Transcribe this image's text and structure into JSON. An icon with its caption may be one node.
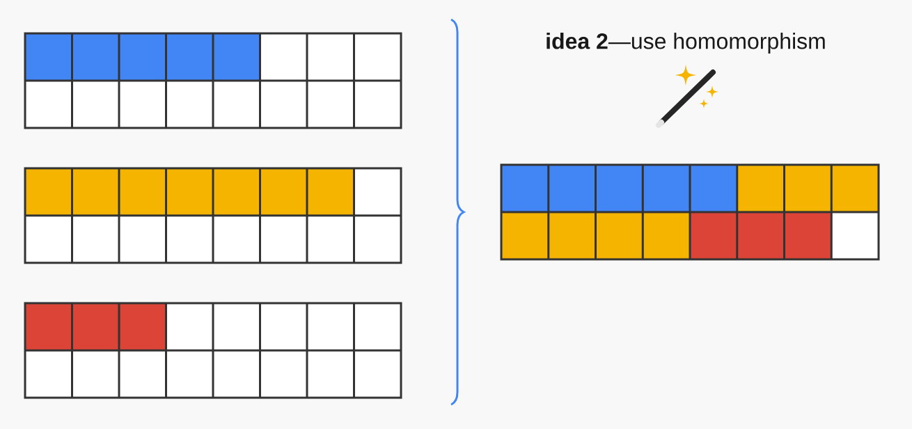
{
  "diagram": {
    "title": "**idea 2**—use homomorphism",
    "nodes": [
      {
        "text": [],
        "shape": "box"
      },
      {
        "text": [],
        "shape": "box"
      },
      {
        "text": [],
        "shape": "box"
      },
      {
        "text": [],
        "shape": "box"
      }
    ]
  }
}
